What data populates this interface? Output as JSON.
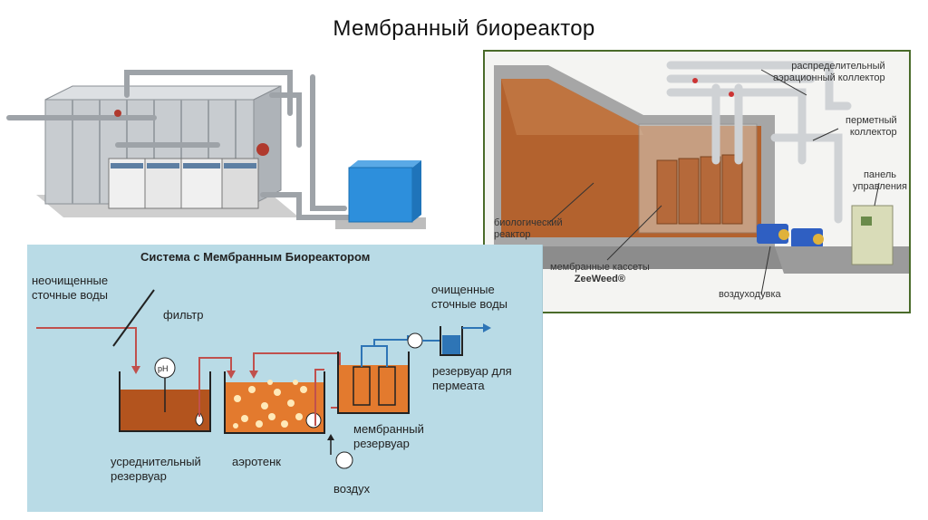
{
  "title": "Мембранный биореактор",
  "photo": {
    "labels": {
      "distribution_1": "распределительный",
      "distribution_2": "аэрационный коллектор",
      "permeate_1": "перметный",
      "permeate_2": "коллектор",
      "panel_1": "панель",
      "panel_2": "управления",
      "bio_1": "биологический",
      "bio_2": "реактор",
      "cassettes_1": "мембранные кассеты",
      "cassettes_2": "ZeeWeed®",
      "blower": "воздуходувка"
    }
  },
  "schematic": {
    "title": "Система с Мембранным Биореактором",
    "labels": {
      "raw_1": "неочищенные",
      "raw_2": "сточные воды",
      "filter": "фильтр",
      "ph": "pH",
      "clean_1": "очищенные",
      "clean_2": "сточные воды",
      "permeate_tank_1": "резервуар для",
      "permeate_tank_2": "пермеата",
      "membrane_1": "мембранный",
      "membrane_2": "резервуар",
      "equal_1": "усреднительный",
      "equal_2": "резервуар",
      "aerotank": "аэротенк",
      "air": "воздух"
    }
  },
  "colors": {
    "sludge": "#b3541e",
    "pipe_red": "#c0504d",
    "pipe_blue": "#2e75b6",
    "schematic_bg": "#b9dbe6",
    "frame": "#4a6b2a"
  }
}
